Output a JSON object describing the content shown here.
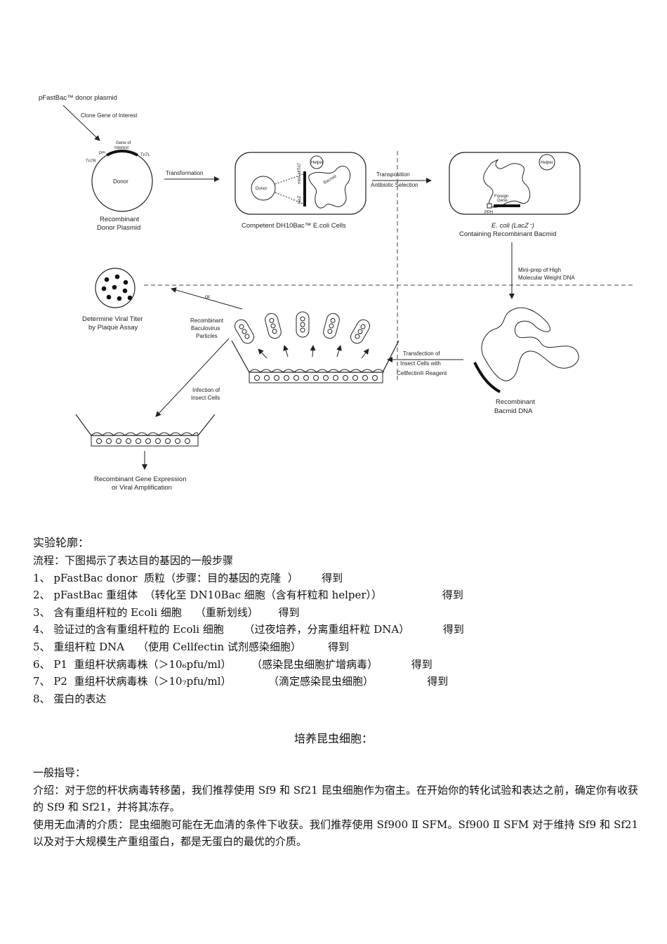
{
  "diagram": {
    "donor_plasmid_title": "pFastBac™ donor plasmid",
    "clone_gene_label": "Clone Gene of Interest",
    "gene_of_interest": [
      "Gene of",
      "Interest"
    ],
    "promoter": "Pᴾᴴ",
    "tn7r": "Tn7R",
    "tn7l": "Tn7L",
    "donor": "Donor",
    "recombinant_donor": [
      "Recombinant",
      "Donor Plasmid"
    ],
    "transformation": "Transformation",
    "helper": "Helper",
    "bacmid": "Bacmid",
    "lacz": "lacZ",
    "mini_att": "mini-attTn7",
    "competent_cells": "Competent DH10Bac™ E.coli Cells",
    "transposition": "Transposition",
    "antibiotic_selection": "Antibiotic Selection",
    "foreign_gene": [
      "Foreign",
      "Gene"
    ],
    "pph": "PPH",
    "ecoli_line": "E. coli (LacZ⁻)",
    "containing_bacmid": "Containing Recombinant Bacmid",
    "miniprep": [
      "Mini-prep of High",
      "Molecular Weight DNA"
    ],
    "viral_titer": [
      "Determine Viral Titer",
      "by Plaque Assay"
    ],
    "or": "or",
    "recombinant_particles": [
      "Recombinant",
      "Baculovirus",
      "Particles"
    ],
    "transfection": [
      "Transfection of",
      "Insect Cells with",
      "Cellfectin® Reagent"
    ],
    "recombinant_bacmid_dna": [
      "Recombinant",
      "Bacmid DNA"
    ],
    "infection": [
      "Infection of",
      "Insect Cells"
    ],
    "expression": [
      "Recombinant Gene Expression",
      "or Viral Amplification"
    ]
  },
  "outline": {
    "heading": "实验轮廓：",
    "flow": "流程：下图揭示了表达目的基因的一般步骤",
    "steps": [
      {
        "num": "1、",
        "text": "pFastBac donor  质粒（步骤：目的基因的克隆  ）       得到"
      },
      {
        "num": "2、",
        "text": "pFastBac 重组体  （转化至 DN10Bac 细胞（含有杆粒和 helper））                  得到"
      },
      {
        "num": "3、",
        "text": "含有重组杆粒的 Ecoli 细胞    （重新划线）      得到"
      },
      {
        "num": "4、",
        "text": "验证过的含有重组杆粒的 Ecoli 细胞      （过夜培养，分离重组杆粒 DNA）          得到"
      },
      {
        "num": "5、",
        "text": "重组杆粒 DNA    （使用 Cellfectin 试剂感染细胞）        得到"
      },
      {
        "num": "6、",
        "text": "P1  重组杆状病毒株（＞10₆pfu/ml）      （感染昆虫细胞扩增病毒）          得到"
      },
      {
        "num": "7、",
        "text": "P2  重组杆状病毒株（＞10₇pfu/ml）           （滴定感染昆虫细胞）                得到"
      },
      {
        "num": "8、",
        "text": "蛋白的表达"
      }
    ]
  },
  "culture": {
    "title": "培养昆虫细胞：",
    "general": "一般指导：",
    "intro": "介绍：对于您的杆状病毒转移菌，我们推荐使用 Sf9 和 Sf21 昆虫细胞作为宿主。在开始你的转化试验和表达之前，确定你有收获的 Sf9 和 Sf21，并将其冻存。",
    "serum_free": "使用无血清的介质：昆虫细胞可能在无血清的条件下收获。我们推荐使用 Sf900  Ⅱ  SFM。Sf900  Ⅱ  SFM 对于维持 Sf9 和 Sf21 以及对于大规模生产重组蛋白，都是无蛋白的最优的介质。"
  }
}
